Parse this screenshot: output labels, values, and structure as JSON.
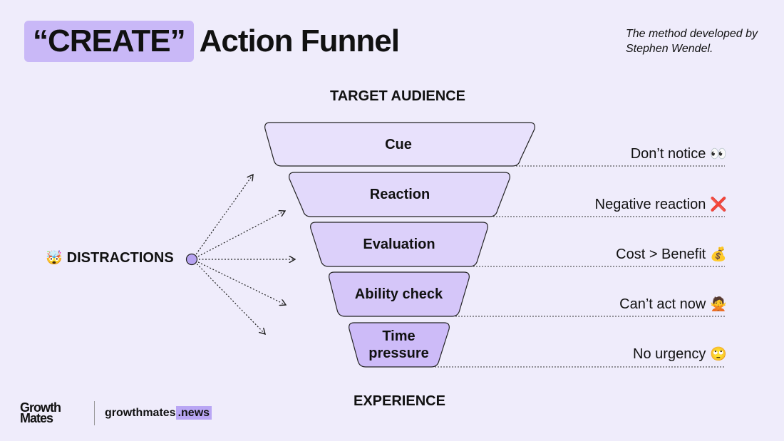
{
  "title": {
    "highlight": "“CREATE”",
    "rest": "Action Funnel"
  },
  "subtitle": "The method developed by Stephen Wendel.",
  "top_label": "TARGET AUDIENCE",
  "bottom_label": "EXPERIENCE",
  "distractions": {
    "emoji": "🤯",
    "label": "DISTRACTIONS"
  },
  "stages": [
    {
      "label": "Cue",
      "outcome": "Don’t notice",
      "emoji": "👀"
    },
    {
      "label": "Reaction",
      "outcome": "Negative reaction",
      "emoji": "❌"
    },
    {
      "label": "Evaluation",
      "outcome": "Cost > Benefit",
      "emoji": "💰"
    },
    {
      "label": "Ability check",
      "outcome": "Can’t act now",
      "emoji": "🙅"
    },
    {
      "label": "Time pressure",
      "outcome": "No urgency",
      "emoji": "🙄"
    }
  ],
  "footer": {
    "logo": "Growth Mates",
    "site_main": "growthmates",
    "site_hl": ".news"
  },
  "colors": {
    "background": "#efecfb",
    "accent": "#c9b8f7",
    "stage_fills": [
      "#e8e1fc",
      "#e2d9fb",
      "#dcd0fa",
      "#d5c6f9",
      "#cdbbf8"
    ],
    "node": "#b7a3f1"
  }
}
